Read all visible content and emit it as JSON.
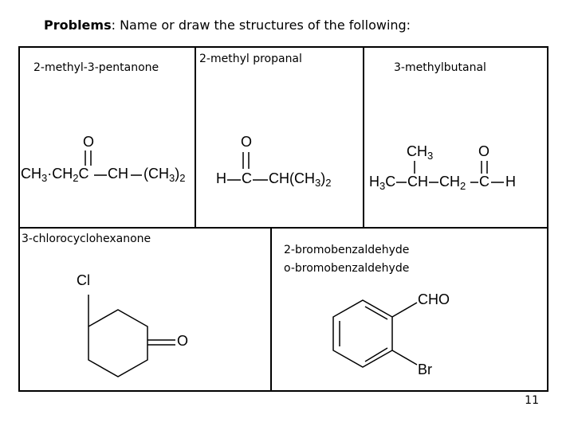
{
  "title": {
    "bold": "Problems",
    "rest": ": Name or draw the structures of the following:"
  },
  "cells": {
    "c1": {
      "name": "2-methyl-3-pentanone",
      "formula": {
        "o": "O",
        "a": "CH",
        "a2": "3",
        "dot": "·",
        "b": "CH",
        "b2": "2",
        "c": "C",
        "d": "CH",
        "e": "(CH",
        "e2": "3",
        "e3": ")",
        "e4": "2"
      }
    },
    "c2": {
      "name": "2-methyl propanal",
      "formula": {
        "o": "O",
        "h": "H",
        "c": "C",
        "d": "CH(CH",
        "d2": "3",
        "d3": ")",
        "d4": "2"
      }
    },
    "c3": {
      "name": "3-methylbutanal",
      "formula": {
        "ch3top": "CH",
        "ch3top2": "3",
        "o": "O",
        "a": "H",
        "a2": "3",
        "a3": "C",
        "b": "CH",
        "c": "CH",
        "c2": "2",
        "d": "C",
        "e": "H"
      }
    },
    "c4": {
      "name": "3-chlorocyclohexanone",
      "cl": "Cl",
      "o": "O"
    },
    "c5": {
      "name1": "2-bromobenzaldehyde",
      "name2": "o-bromobenzaldehyde",
      "cho": "CHO",
      "br": "Br"
    }
  },
  "page_number": "11"
}
